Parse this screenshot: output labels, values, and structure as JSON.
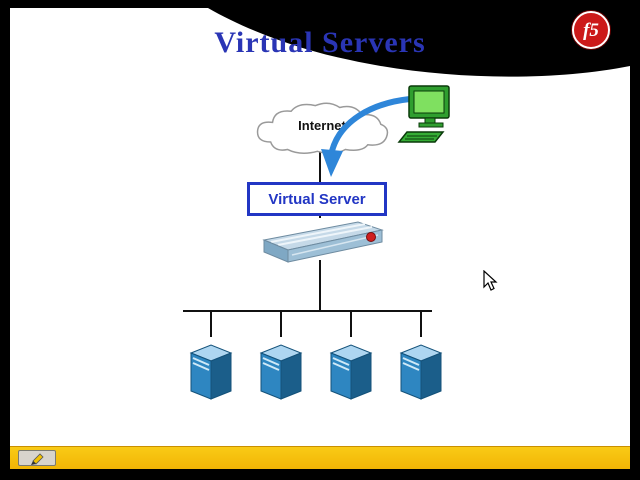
{
  "slide": {
    "title": "Virtual Servers",
    "logo_text": "f5"
  },
  "diagram": {
    "internet_label": "Internet",
    "virtual_server_label": "Virtual Server",
    "server_count": 4
  },
  "colors": {
    "title_blue": "#2a35b5",
    "label_blue": "#2236c4",
    "logo_red": "#cc1a1a",
    "bar_yellow": "#f2b505",
    "arrow_blue": "#2e86d9",
    "tower_blue": "#2e86c1",
    "tower_dark": "#1b5e8a",
    "tower_light": "#aed6f1"
  }
}
